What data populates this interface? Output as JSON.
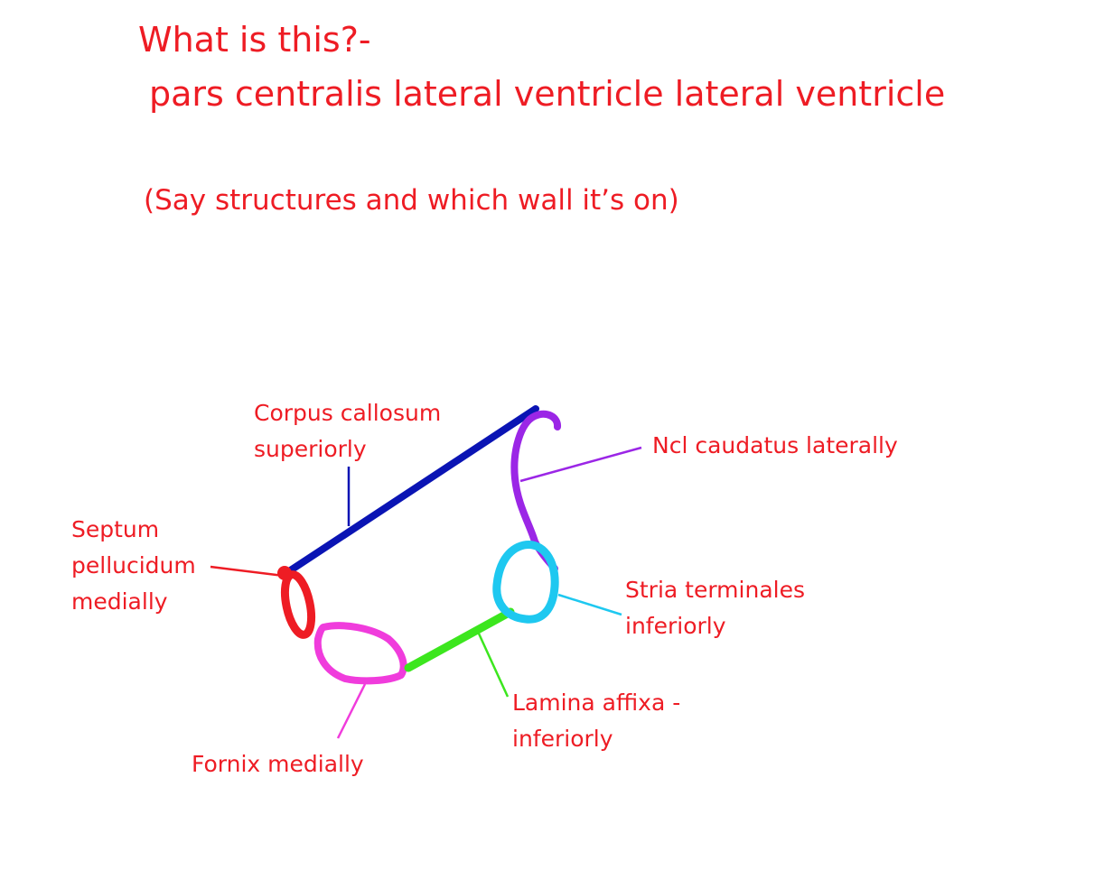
{
  "heading": {
    "question": "What is this?-",
    "answer": "pars centralis lateral ventricle lateral ventricle",
    "instruction": "(Say structures and which wall it’s on)"
  },
  "labels": {
    "corpus_callosum": [
      "Corpus callosum",
      "superiorly"
    ],
    "ncl_caudatus": [
      "Ncl caudatus laterally"
    ],
    "septum": [
      "Septum",
      "pellucidum",
      "medially"
    ],
    "stria": [
      "Stria terminales",
      "inferiorly"
    ],
    "lamina": [
      "Lamina affixa -",
      "inferiorly"
    ],
    "fornix": [
      "Fornix medially"
    ]
  },
  "colors": {
    "text": "#ee1c24",
    "corpus_callosum": "#0a14b4",
    "ncl_caudatus": "#9b26e6",
    "septum": "#ee1c24",
    "stria": "#1ec8f0",
    "lamina": "#3ce61e",
    "fornix": "#f03cdc"
  }
}
